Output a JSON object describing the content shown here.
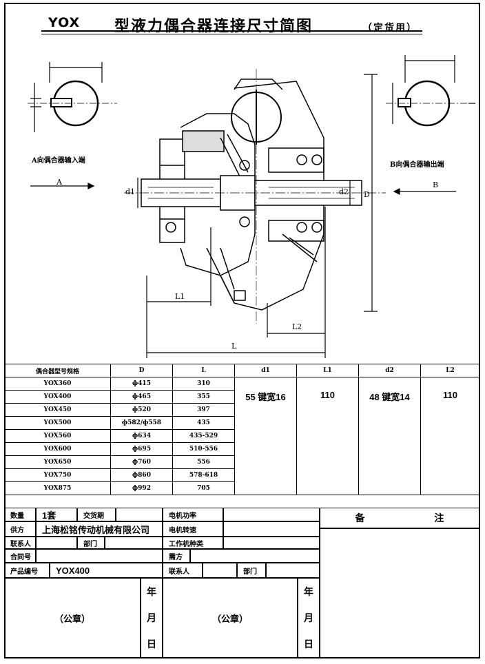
{
  "title": {
    "model": "YOX",
    "main": "型液力偶合器连接尺寸简图",
    "note": "（定货用）"
  },
  "drawing": {
    "input_label": "A向偶合器输入端",
    "output_label": "B向偶合器输出端",
    "arrow_a": "A",
    "arrow_b": "B",
    "dim_d1": "d1",
    "dim_d2": "d2",
    "dim_D": "D",
    "dim_L1": "L1",
    "dim_L2": "L2",
    "dim_L": "L"
  },
  "spec_table": {
    "headers": [
      "偶合器型号规格",
      "D",
      "L",
      "d1",
      "L1",
      "d2",
      "L2"
    ],
    "rows": [
      [
        "YOX360",
        "ф415",
        "310"
      ],
      [
        "YOX400",
        "ф465",
        "355"
      ],
      [
        "YOX450",
        "ф520",
        "397"
      ],
      [
        "YOX500",
        "ф582/ф558",
        "435"
      ],
      [
        "YOX560",
        "ф634",
        "435-529"
      ],
      [
        "YOX600",
        "ф695",
        "510-556"
      ],
      [
        "YOX650",
        "ф760",
        "556"
      ],
      [
        "YOX750",
        "ф860",
        "578-618"
      ],
      [
        "YOX875",
        "ф992",
        "705"
      ]
    ],
    "d1_value": "55 键宽16",
    "L1_value": "110",
    "d2_value": "48 键宽14",
    "L2_value": "110"
  },
  "order_form": {
    "qty_label": "数量",
    "qty_value": "1套",
    "delivery_label": "交货期",
    "supplier_label": "供方",
    "supplier_value": "上海松铭传动机械有限公司",
    "contact_label": "联系人",
    "dept_label": "部门",
    "contract_label": "合同号",
    "product_no_label": "产品编号",
    "product_no_value": "YOX400",
    "motor_power_label": "电机功率",
    "motor_speed_label": "电机转速",
    "machine_type_label": "工作机种类",
    "buyer_label": "需方",
    "buyer_contact_label": "联系人",
    "buyer_dept_label": "部门",
    "remarks_label_1": "备",
    "remarks_label_2": "注",
    "seal_left": "（公章）",
    "seal_right": "（公章）",
    "date_year": "年",
    "date_month": "月",
    "date_day": "日"
  }
}
